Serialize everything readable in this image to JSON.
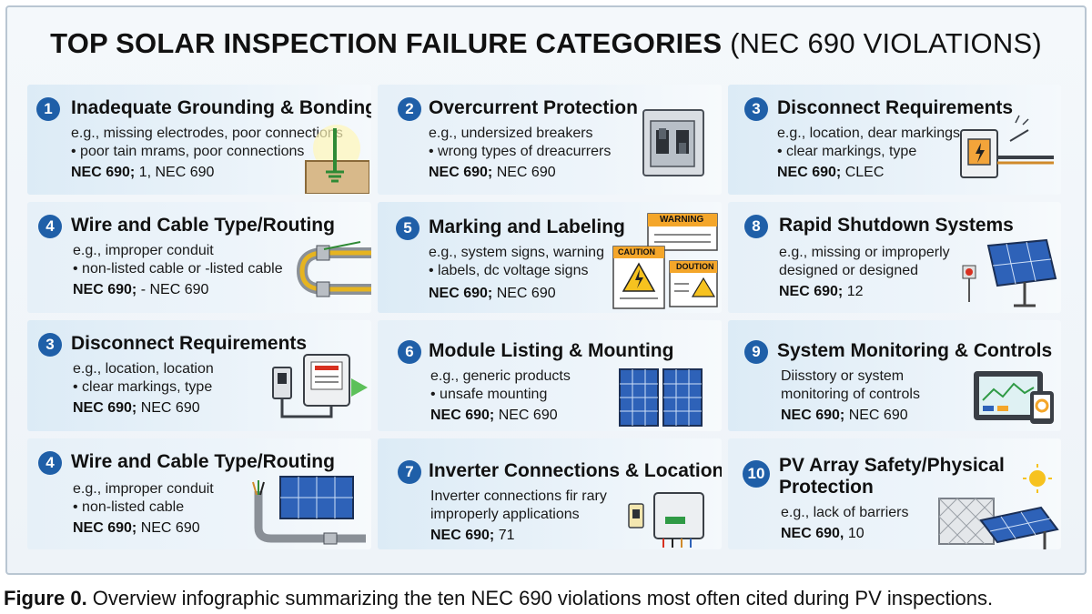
{
  "title": {
    "bold": "TOP SOLAR INSPECTION FAILURE CATEGORIES",
    "light": "(NEC 690 VIOLATIONS)"
  },
  "cards": [
    {
      "num": "1",
      "title": "Inadequate Grounding & Bonding",
      "lines": [
        "e.g., missing electrodes, poor connections",
        "• poor tain mrams, poor connections"
      ],
      "ref_bold": "NEC 690;",
      "ref_rest": "1, NEC 690"
    },
    {
      "num": "2",
      "title": "Overcurrent Protection",
      "lines": [
        "e.g., undersized breakers",
        "• wrong types of dreacurrers"
      ],
      "ref_bold": "NEC 690;",
      "ref_rest": "NEC 690"
    },
    {
      "num": "3",
      "title": "Disconnect Requirements",
      "lines": [
        "e.g., location, dear markings",
        "• clear markings, type"
      ],
      "ref_bold": "NEC 690;",
      "ref_rest": "CLEC"
    },
    {
      "num": "4",
      "title": "Wire and Cable Type/Routing",
      "lines": [
        "e.g., improper conduit",
        "• non-listed cable or -listed cable"
      ],
      "ref_bold": "NEC 690;",
      "ref_rest": "- NEC 690"
    },
    {
      "num": "5",
      "title": "Marking and Labeling",
      "lines": [
        "e.g., system signs, warning",
        "• labels, dc voltage signs"
      ],
      "ref_bold": "NEC 690;",
      "ref_rest": "NEC 690"
    },
    {
      "num": "8",
      "title": "Rapid Shutdown Systems",
      "lines": [
        "e.g., missing or improperly",
        "designed or designed"
      ],
      "ref_bold": "NEC 690;",
      "ref_rest": "12"
    },
    {
      "num": "3",
      "title": "Disconnect Requirements",
      "lines": [
        "e.g., location, location",
        "• clear markings, type"
      ],
      "ref_bold": "NEC 690;",
      "ref_rest": "NEC 690"
    },
    {
      "num": "6",
      "title": "Module Listing & Mounting",
      "lines": [
        "e.g., generic products",
        "• unsafe mounting"
      ],
      "ref_bold": "NEC 690;",
      "ref_rest": "NEC 690"
    },
    {
      "num": "9",
      "title": "System Monitoring & Controls",
      "lines": [
        "Diisstory or system",
        "monitoring of controls"
      ],
      "ref_bold": "NEC 690;",
      "ref_rest": "NEC 690"
    },
    {
      "num": "4",
      "title": "Wire and Cable Type/Routing",
      "lines": [
        "e.g., improper conduit",
        "• non-listed cable"
      ],
      "ref_bold": "NEC 690;",
      "ref_rest": "NEC 690"
    },
    {
      "num": "7",
      "title": "Inverter Connections & Location",
      "lines": [
        "Inverter connections fir rary",
        "improperly applications"
      ],
      "ref_bold": "NEC 690;",
      "ref_rest": "71"
    },
    {
      "num": "10",
      "title": "PV Array Safety/Physical",
      "title2": "Protection",
      "lines": [
        "e.g., lack of barriers"
      ],
      "ref_bold": "NEC 690,",
      "ref_rest": "10"
    }
  ],
  "signs": {
    "warning": "WARNING",
    "caution": "CAUTION",
    "caution2": "DOUTION"
  },
  "caption": {
    "bold": "Figure 0.",
    "rest": " Overview infographic summarizing the ten NEC 690 violations most often cited during PV inspections."
  }
}
